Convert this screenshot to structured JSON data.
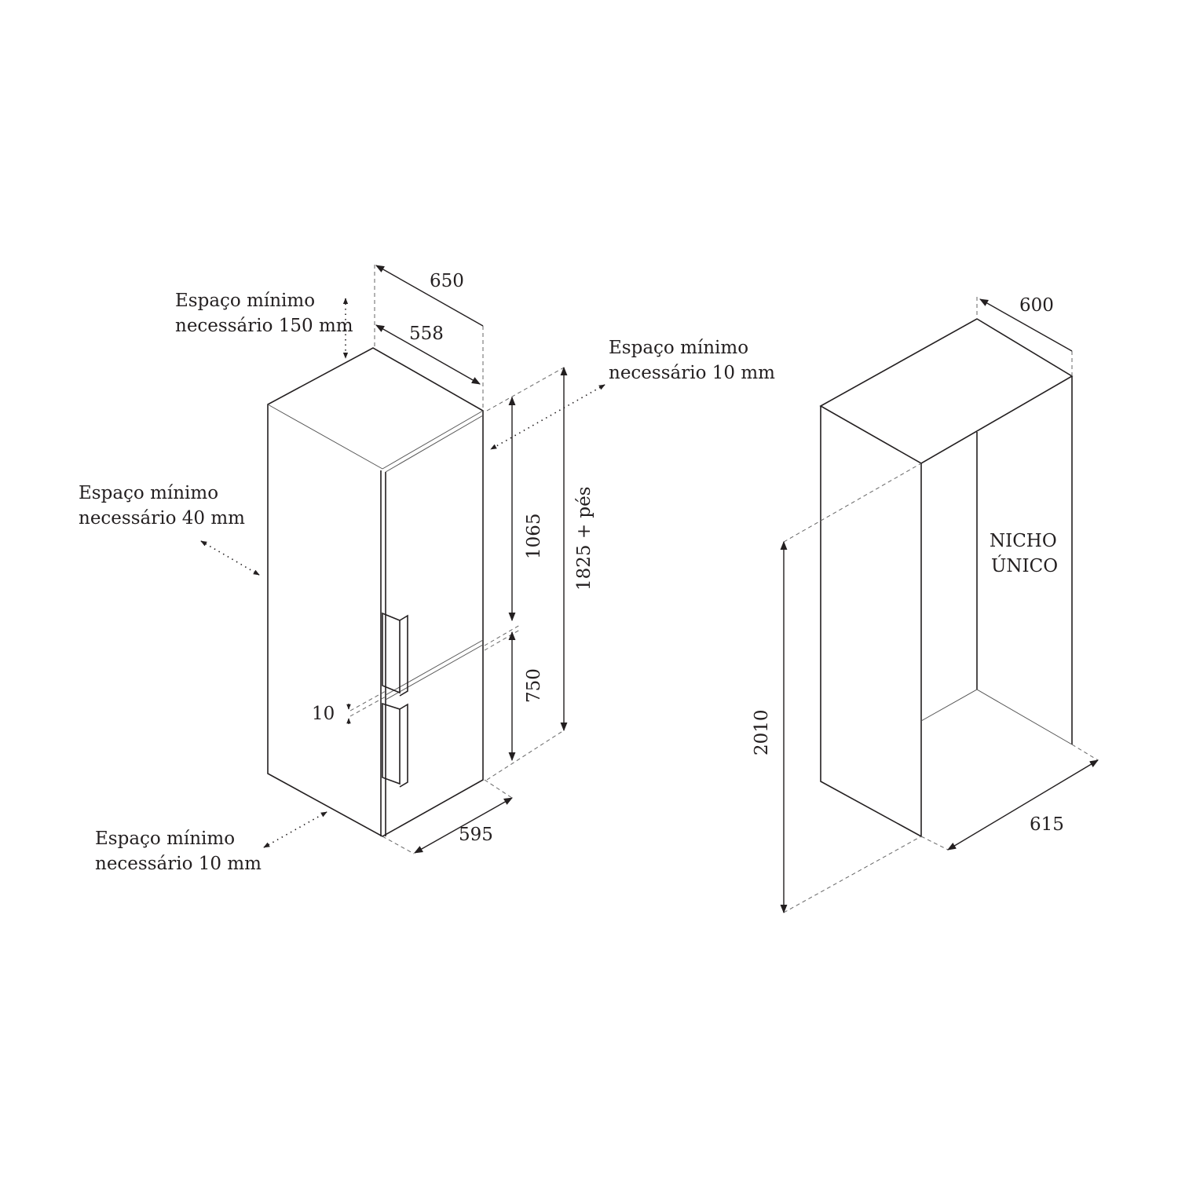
{
  "fridge": {
    "dimensions": {
      "depth_total": "650",
      "depth_body": "558",
      "total_height": "1825 + pés",
      "upper_height": "1065",
      "lower_height": "750",
      "door_gap": "10",
      "width": "595"
    },
    "clearances": {
      "top": [
        "Espaço mínimo",
        "necessário 150 mm"
      ],
      "right": [
        "Espaço mínimo",
        "necessário 10 mm"
      ],
      "left": [
        "Espaço mínimo",
        "necessário 40 mm"
      ],
      "bottom": [
        "Espaço mínimo",
        "necessário 10 mm"
      ]
    }
  },
  "niche": {
    "label": [
      "NICHO",
      "ÚNICO"
    ],
    "dimensions": {
      "depth": "600",
      "width": "615",
      "height": "2010"
    }
  },
  "colors": {
    "line": "#231f20"
  }
}
